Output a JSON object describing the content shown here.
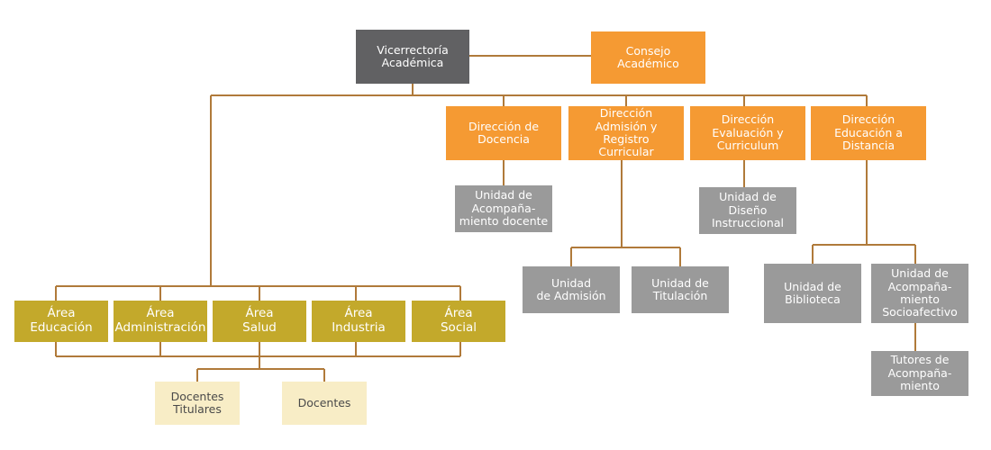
{
  "colors": {
    "connector": "#b07a3a",
    "dark_box": "#616163",
    "orange_box": "#f59a33",
    "gray_box": "#9a9a9a",
    "gold_box": "#c3a92b",
    "cream_box": "#f8edc6"
  },
  "boxes": {
    "vicerrectoria": "Vicerrectoría\nAcadémica",
    "consejo": "Consejo\nAcadémico",
    "dir_docencia": "Dirección de\nDocencia",
    "dir_admision": "Dirección\nAdmisión y\nRegistro\nCurricular",
    "dir_evaluacion": "Dirección\nEvaluación y\nCurriculum",
    "dir_distancia": "Dirección\nEducación a\nDistancia",
    "u_acomp_docente": "Unidad de\nAcompaña-\nmiento docente",
    "u_diseno": "Unidad de\nDiseño\nInstruccional",
    "u_admision": "Unidad\nde Admisión",
    "u_titulacion": "Unidad  de\nTitulación",
    "u_biblioteca": "Unidad de\nBiblioteca",
    "u_socioafectivo": "Unidad de\nAcompaña-\nmiento\nSocioafectivo",
    "tutores": "Tutores de\nAcompaña-\nmiento",
    "area_educacion": "Área\nEducación",
    "area_administracion": "Área\nAdministración",
    "area_salud": "Área\nSalud",
    "area_industria": "Área\nIndustria",
    "area_social": "Área\nSocial",
    "docentes_titulares": "Docentes\nTitulares",
    "docentes": "Docentes"
  }
}
